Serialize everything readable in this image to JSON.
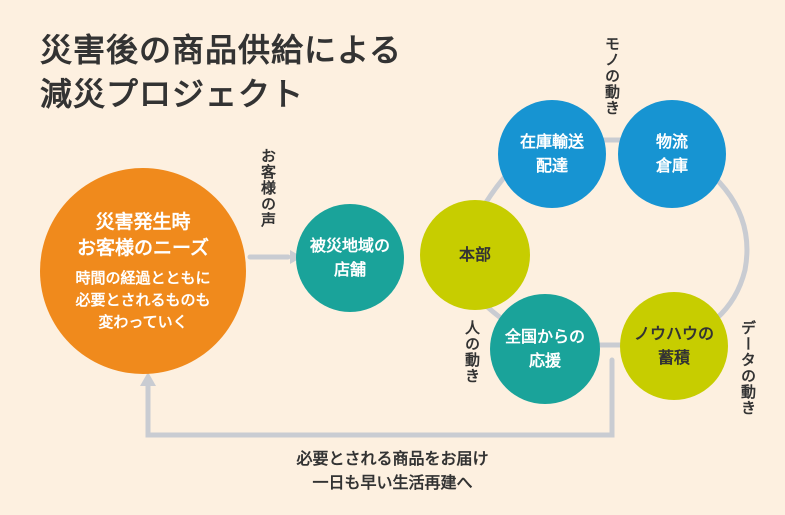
{
  "title": {
    "line1": "災害後の商品供給による",
    "line2": "減災プロジェクト"
  },
  "nodes": {
    "needs": {
      "heading1": "災害発生時",
      "heading2": "お客様のニーズ",
      "sub1": "時間の経過とともに",
      "sub2": "必要とされるものも",
      "sub3": "変わっていく"
    },
    "local": {
      "line1": "被災地域の",
      "line2": "店舗"
    },
    "hq": {
      "line1": "本部"
    },
    "delivery": {
      "line1": "在庫輸送",
      "line2": "配達"
    },
    "warehouse": {
      "line1": "物流",
      "line2": "倉庫"
    },
    "support": {
      "line1": "全国からの",
      "line2": "応援"
    },
    "knowhow": {
      "line1": "ノウハウの",
      "line2": "蓄積"
    }
  },
  "labels": {
    "voice": "お客様の声",
    "goods_flow": "モノの動き",
    "people_flow": "人の動き",
    "data_flow": "データの動き"
  },
  "bottom": {
    "line1": "必要とされる商品をお届け",
    "line2": "一日も早い生活再建へ"
  },
  "colors": {
    "background": "#fdf0e0",
    "orange": "#f08a1c",
    "teal": "#1aa39a",
    "blue": "#1794d2",
    "lime": "#c7cd00",
    "line": "#c9ccd2"
  }
}
